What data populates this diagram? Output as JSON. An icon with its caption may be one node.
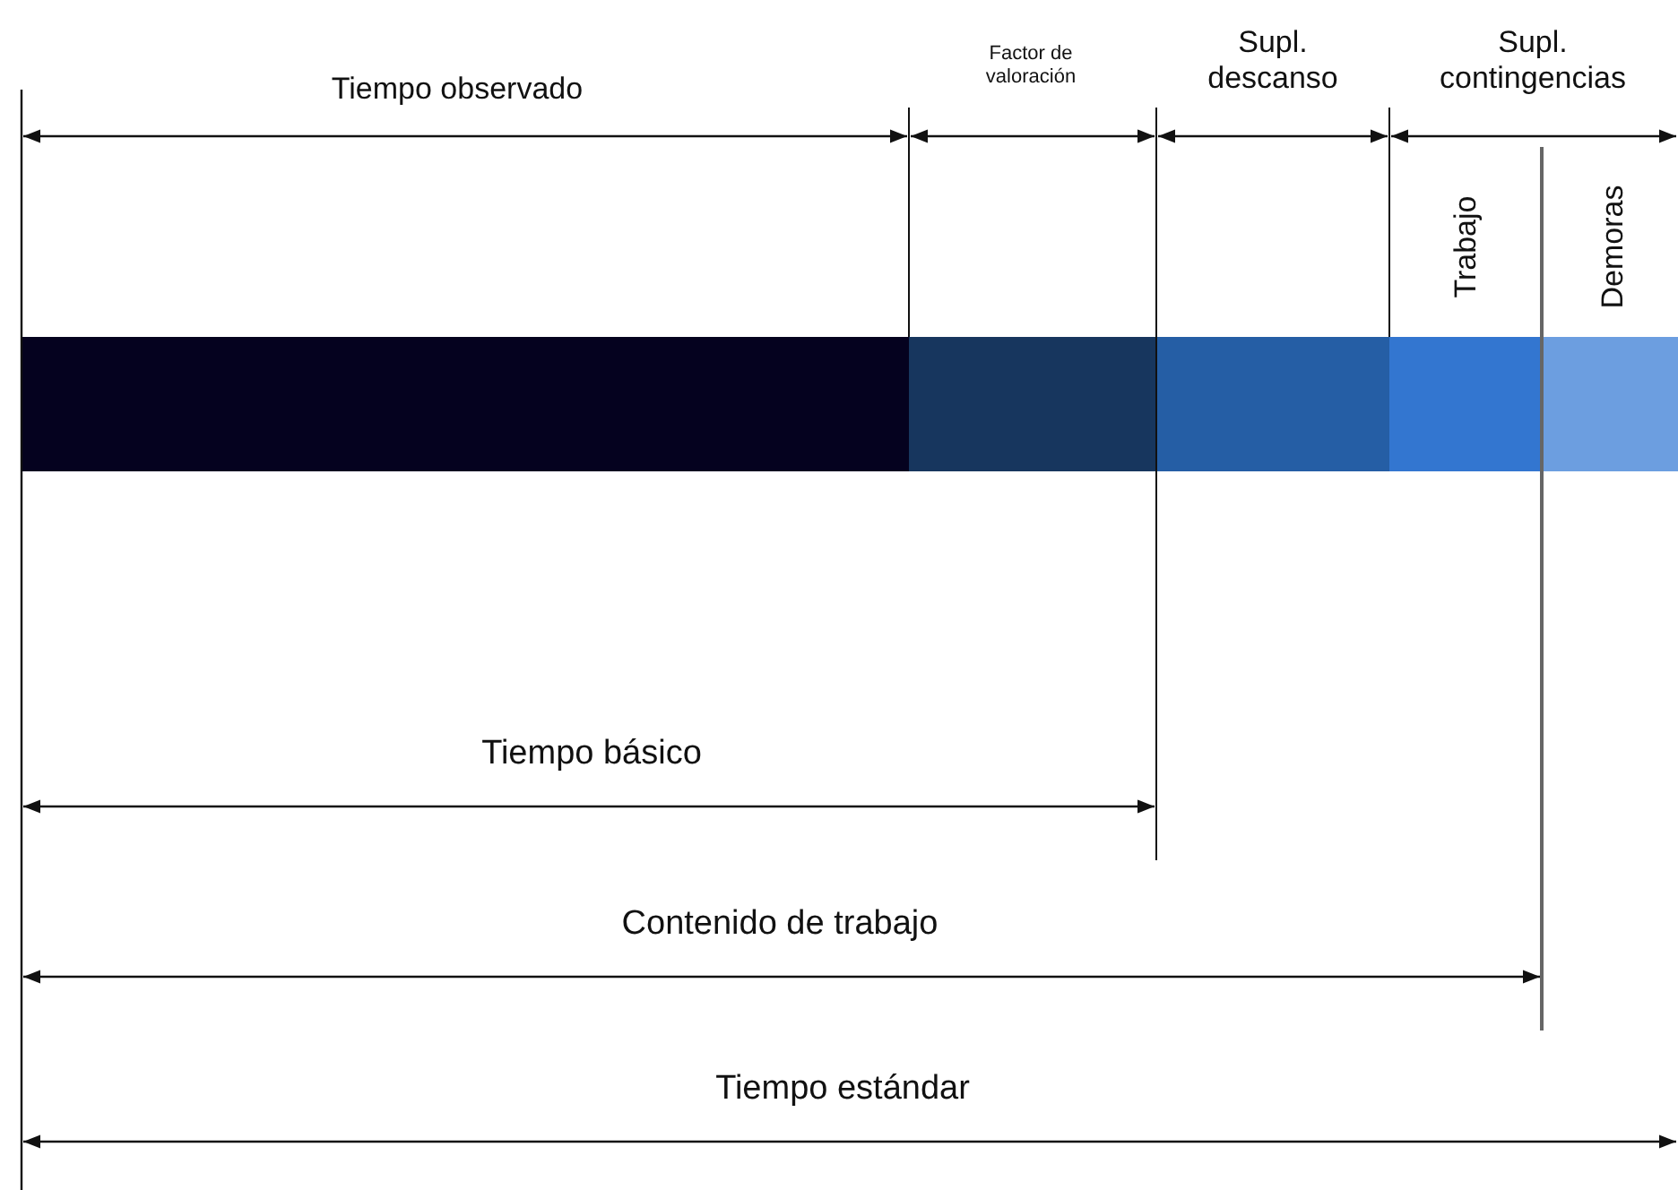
{
  "diagram": {
    "labels": [
      "Tiempo observado",
      "Factor de valoración",
      "Supl. descanso",
      "Supl. contingencias",
      "Trabajo",
      "Demoras",
      "Tiempo básico",
      "Contenido de trabajo",
      "Tiempo estándar"
    ]
  }
}
